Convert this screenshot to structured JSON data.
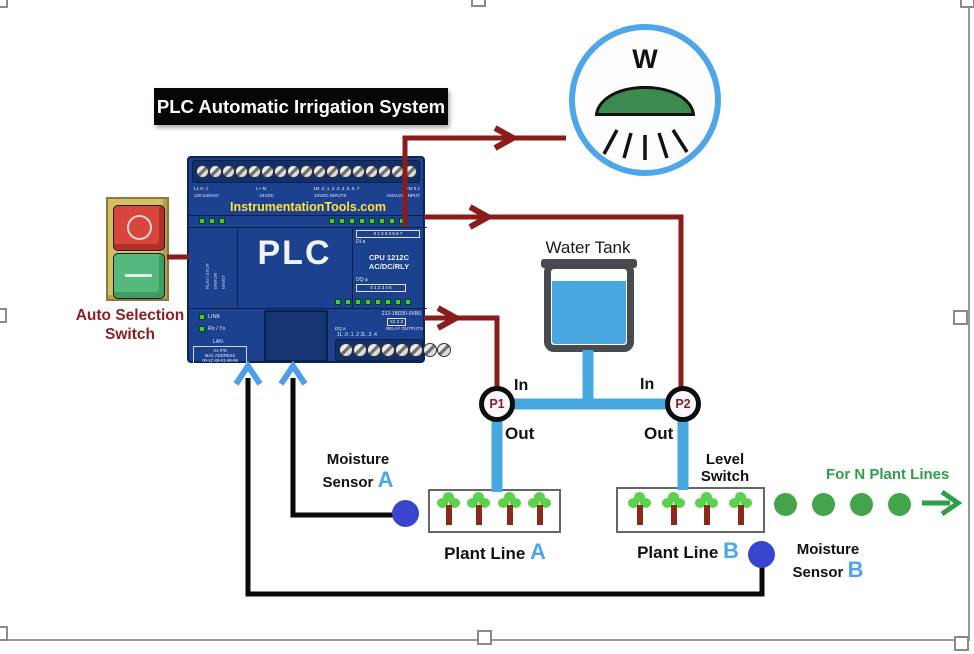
{
  "title": "PLC Automatic Irrigation System",
  "plc": {
    "brand": "InstrumentationTools.com",
    "big_label": "PLC",
    "term_groups": {
      "g1": "L1  N  ⏚",
      "g2": "L+  M",
      "g3": "1M  .0  .1  .2  .3  .4  .5  .6  .7",
      "g4": "2M  0  1"
    },
    "sub_labels": {
      "power": "120-240VAC",
      "dc": "24VDC",
      "inputs": "24VDC INPUTS",
      "analog": "ANALOG INPUT"
    },
    "side_labels": {
      "run": "RUN / STOP",
      "error": "ERROR",
      "maint": "MAINT"
    },
    "di_box": "0 1 2 3 4 5 6 7",
    "di_label": "DI a",
    "cpu_line1": "CPU 1212C",
    "cpu_line2": "AC/DC/RLY",
    "dq_label": "DQ a",
    "dq_box": "0 1 2 3 4 5",
    "part_no": "212-1BD30-0XB0",
    "port_tag": "X1 2 3",
    "dq2_label": "DQ a",
    "relay_header": "RELAY OUTPUTS",
    "relay_terms": "1L  .0  .1  .2   2L  .3  .4",
    "link": "LINK",
    "rxtx": "Rx / Tx",
    "lan": "LAN",
    "mac1": "X1 P/N",
    "mac2": "MAC ADDRESS",
    "mac3": "00-1C-06-01-99-99"
  },
  "auto_switch": {
    "line1": "Auto Selection",
    "line2": "Switch"
  },
  "sprinkler": {
    "letter": "W"
  },
  "water_tank": {
    "label": "Water Tank"
  },
  "pumps": {
    "p1": "P1",
    "p2": "P2",
    "in_label": "In",
    "out_label": "Out"
  },
  "plant_lines": {
    "a": {
      "name": "Plant Line",
      "letter": "A",
      "tree_count": 4
    },
    "b": {
      "name": "Plant Line",
      "letter": "B",
      "tree_count": 4
    }
  },
  "level_switch": {
    "line1": "Level",
    "line2": "Switch"
  },
  "sensors": {
    "a": {
      "line1": "Moisture",
      "line2": "Sensor",
      "letter": "A"
    },
    "b": {
      "line1": "Moisture",
      "line2": "Sensor",
      "letter": "B"
    }
  },
  "n_lines": {
    "label": "For N Plant Lines",
    "dot_count": 4
  },
  "colors": {
    "wire_red": "#8b1c1c",
    "wire_black": "#0a0a0a",
    "pipe_blue": "#47a8e0",
    "accent_blue": "#4da6e8",
    "green": "#2e9e4a",
    "sensor_blue": "#3a45cf",
    "plc_blue": "#1c418f",
    "brand_yellow": "#ffe23e",
    "label_dark_red": "#8b1f1f"
  }
}
